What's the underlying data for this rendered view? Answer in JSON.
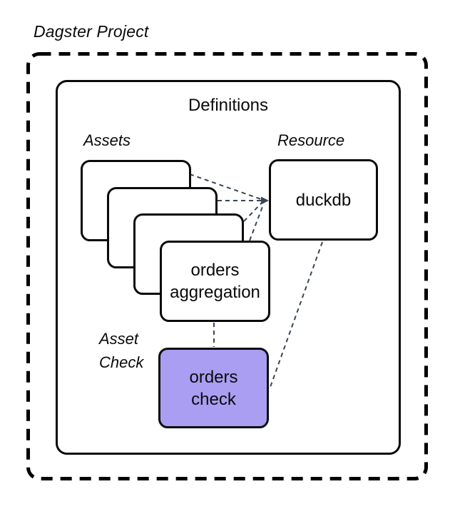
{
  "title": "Dagster Project",
  "definitions": {
    "label": "Definitions",
    "assets": {
      "label": "Assets",
      "stack_count": 4,
      "front_card": {
        "lines": [
          "orders",
          "aggregation"
        ]
      }
    },
    "resource": {
      "label": "Resource",
      "box_label": "duckdb"
    },
    "asset_check": {
      "label_lines": [
        "Asset",
        "Check"
      ],
      "box": {
        "lines": [
          "orders",
          "check"
        ]
      }
    }
  },
  "colors": {
    "asset_check_fill": "#a99ef2",
    "connector": "#3a4553",
    "outline": "#0a0a0a"
  }
}
